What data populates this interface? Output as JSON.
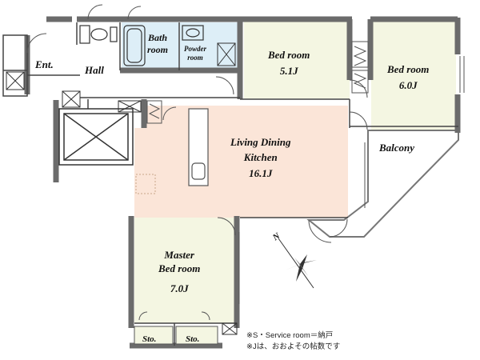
{
  "rooms": {
    "entrance": "Ent.",
    "hall": "Hall",
    "bath": [
      "Bath",
      "room"
    ],
    "powder": [
      "Powder",
      "room"
    ],
    "bedroom_1": {
      "name": "Bed room",
      "size": "5.1J"
    },
    "bedroom_2": {
      "name": "Bed room",
      "size": "6.0J"
    },
    "ldk": {
      "name": [
        "Living Dining",
        "Kitchen"
      ],
      "size": "16.1J"
    },
    "balcony": "Balcony",
    "master": {
      "name": [
        "Master",
        "Bed room"
      ],
      "size": "7.0J"
    },
    "storage_1": "Sto.",
    "storage_2": "Sto."
  },
  "compass": {
    "label": "N"
  },
  "notes": [
    "※S・Service room＝納戸",
    "※Jは、おおよその帖数です"
  ],
  "colors": {
    "wall": "#6b6b6b",
    "bedroom_fill": "#f4f6e2",
    "ldk_fill": "#fbe5d8",
    "wet_area_fill": "#ddeef7",
    "balcony_fill": "#ffffff"
  }
}
